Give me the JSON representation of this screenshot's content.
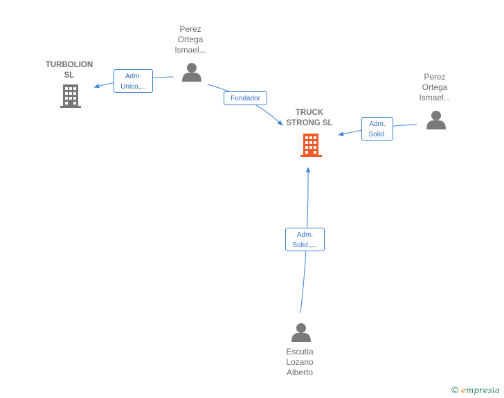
{
  "colors": {
    "edge": "#3a7fd5",
    "person": "#7a7a7a",
    "company": "#777777",
    "main_company": "#f05a28"
  },
  "nodes": {
    "turbolion": {
      "label": "TURBOLION\nSL",
      "icon": "building-icon"
    },
    "truck": {
      "label": "TRUCK\nSTRONG  SL",
      "icon": "building-icon"
    },
    "perez_top": {
      "label": "Perez\nOrtega\nIsmael...",
      "icon": "person-icon"
    },
    "perez_right": {
      "label": "Perez\nOrtega\nIsmael...",
      "icon": "person-icon"
    },
    "escutia": {
      "label": "Escutia\nLozano\nAlberto",
      "icon": "person-icon"
    }
  },
  "edges": {
    "adm_unico": "Adm.\nUnico,...",
    "fundador": "Fundador",
    "adm_solid_right": "Adm.\nSolid.",
    "adm_solid_bottom": "Adm.\nSolid.,..."
  },
  "brand": {
    "copyright": "©",
    "e": "e",
    "rest": "mpresia"
  }
}
